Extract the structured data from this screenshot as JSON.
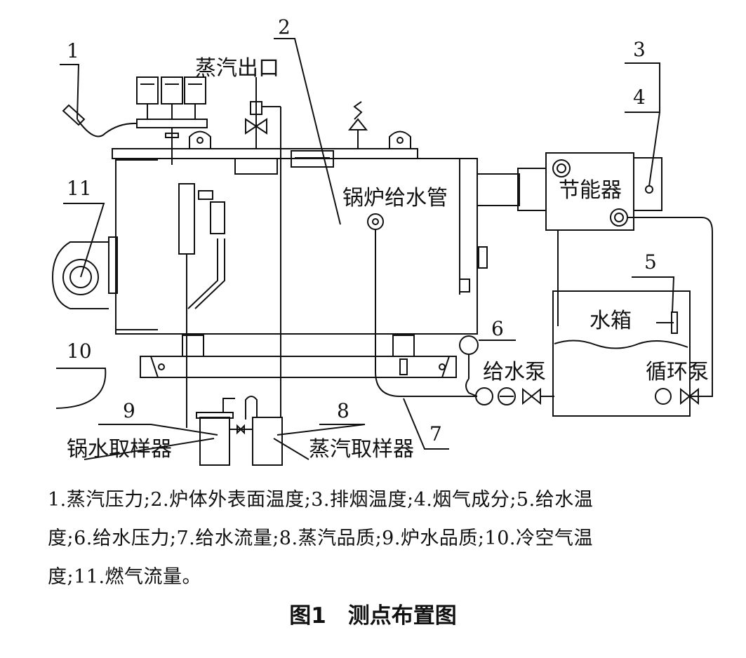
{
  "diagram": {
    "labels": {
      "steam_outlet": "蒸汽出口",
      "feed_pipe": "锅炉给水管",
      "economizer": "节能器",
      "water_tank": "水箱",
      "feed_pump": "给水泵",
      "circ_pump": "循环泵",
      "boiler_sampler": "锅水取样器",
      "steam_sampler": "蒸汽取样器"
    },
    "points": [
      "1",
      "2",
      "3",
      "4",
      "5",
      "6",
      "7",
      "8",
      "9",
      "10",
      "11"
    ]
  },
  "caption": {
    "line1": "1.蒸汽压力;2.炉体外表面温度;3.排烟温度;4.烟气成分;5.给水温",
    "line2": "度;6.给水压力;7.给水流量;8.蒸汽品质;9.炉水品质;10.冷空气温",
    "line3": "度;11.燃气流量。"
  },
  "figure_title": "图1　测点布置图"
}
